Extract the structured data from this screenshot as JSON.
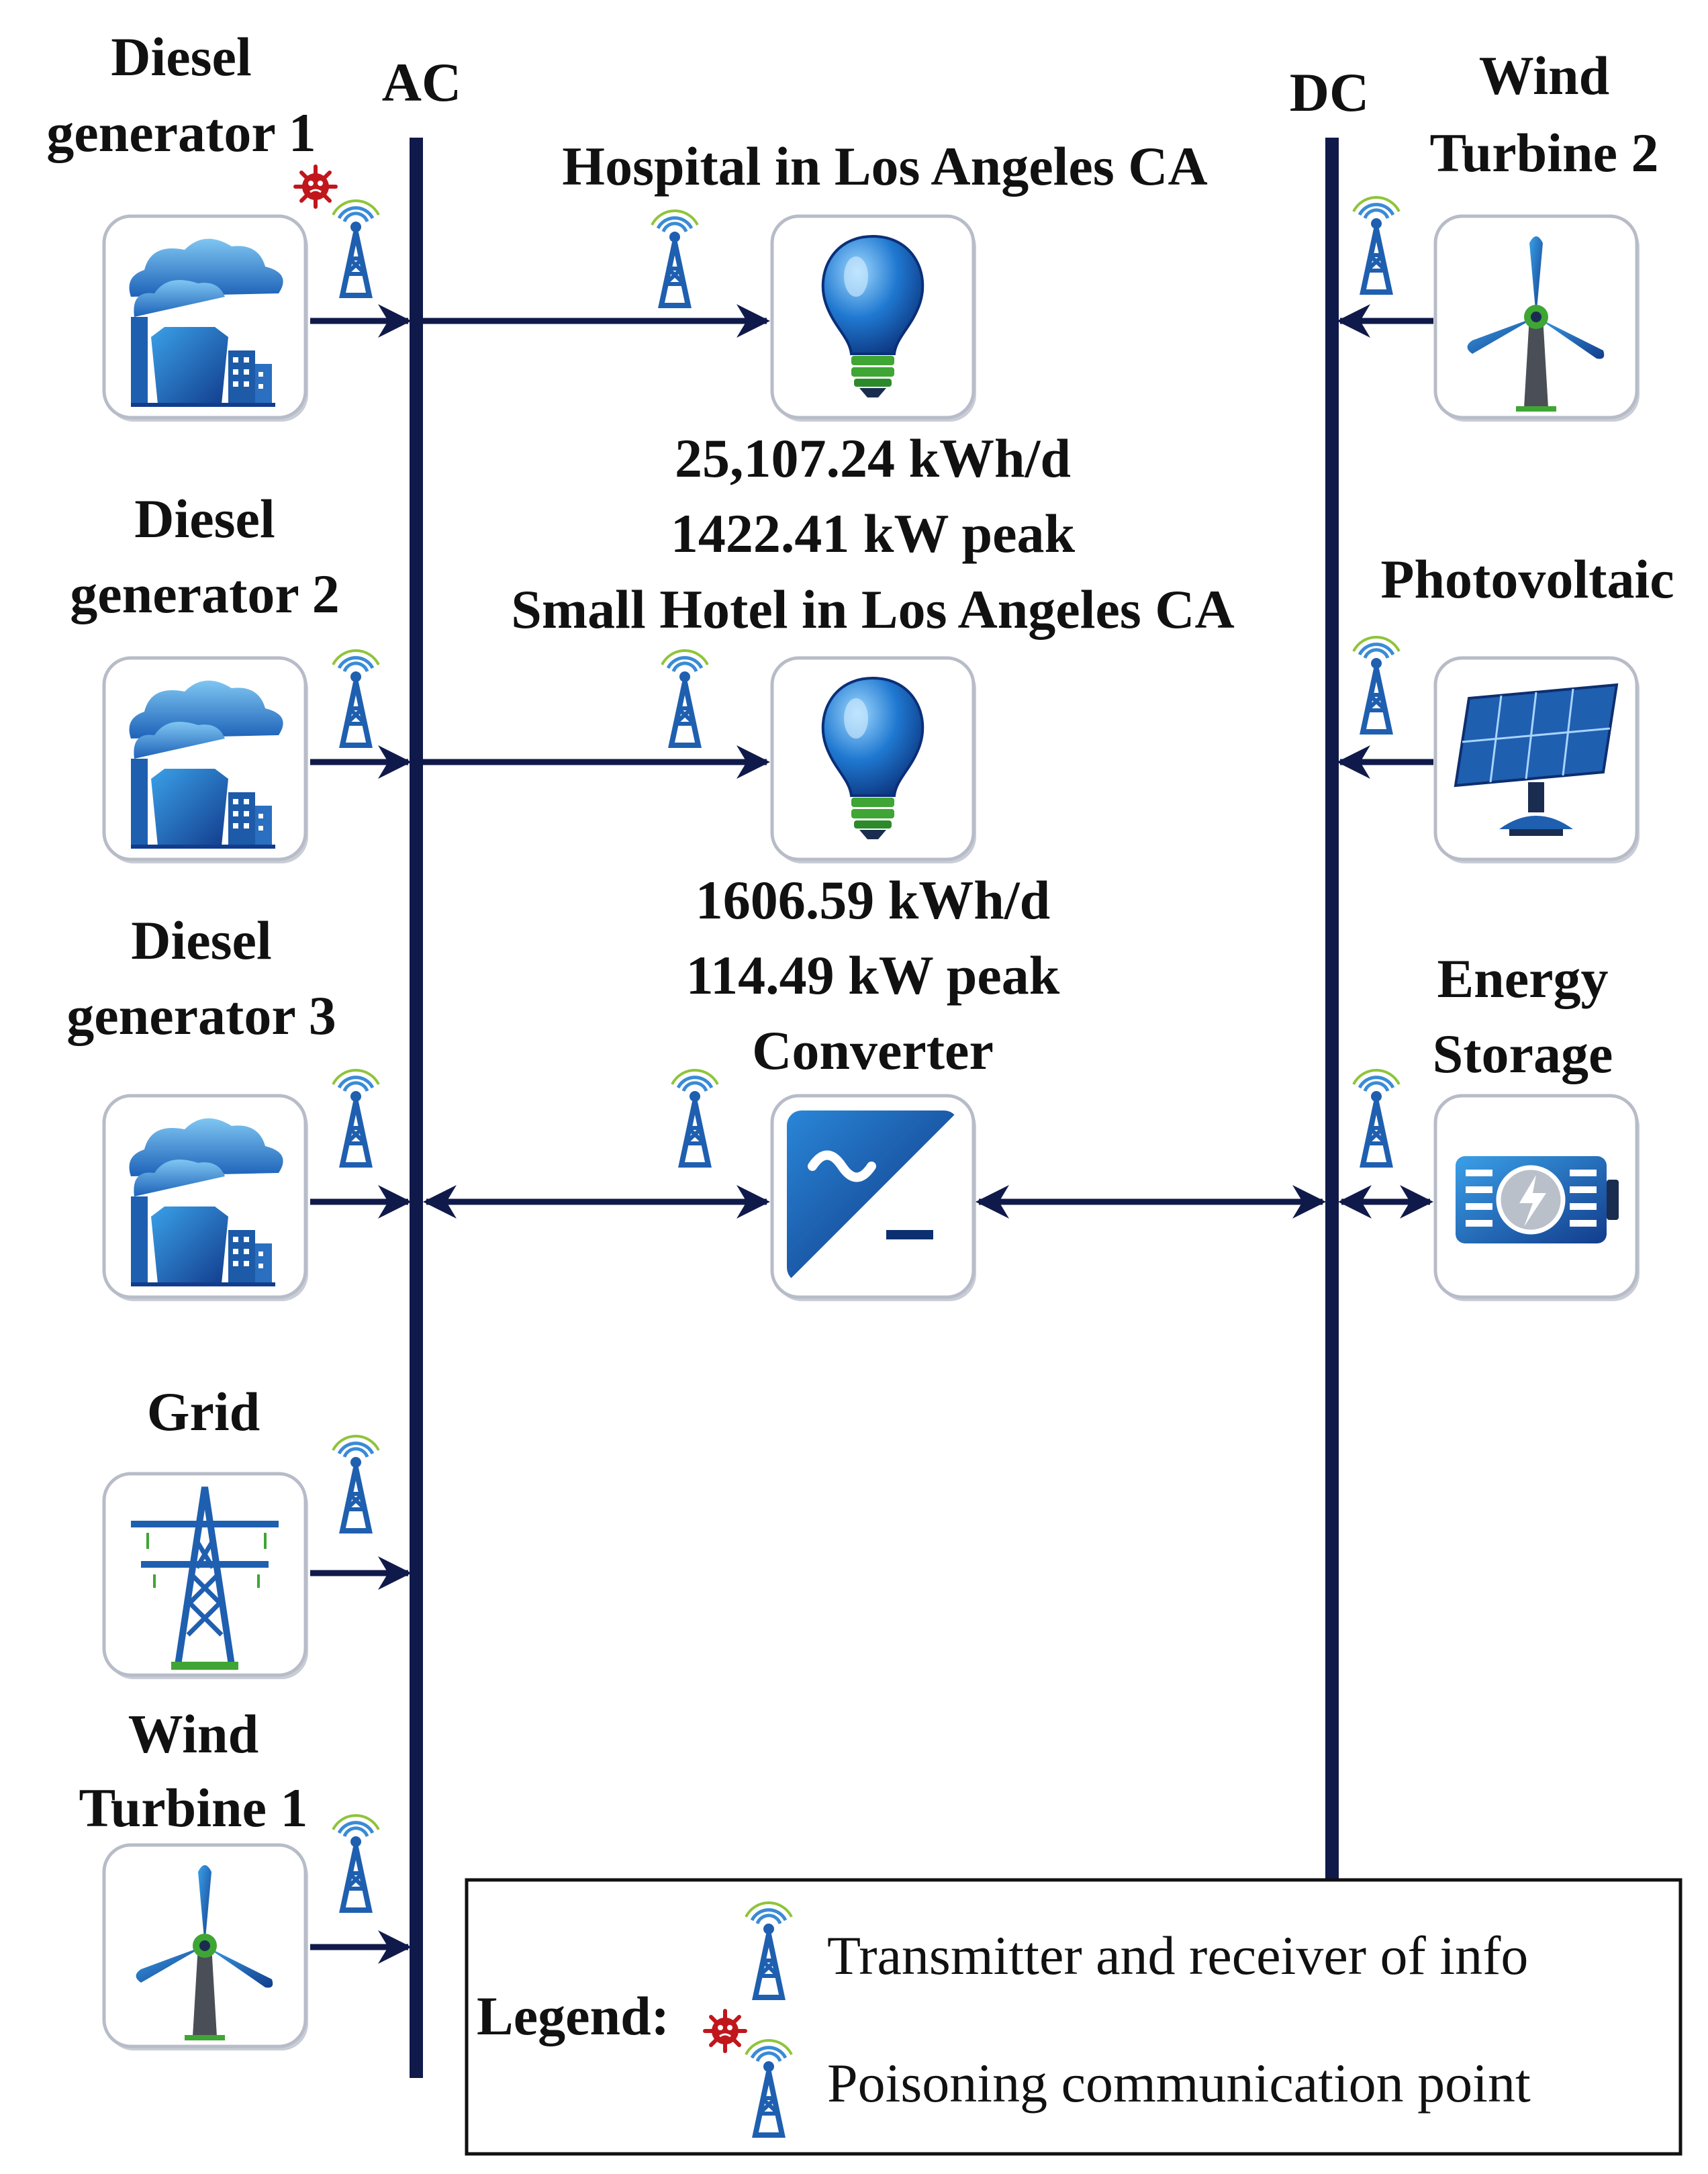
{
  "bus": {
    "ac_label": "AC",
    "dc_label": "DC"
  },
  "components": {
    "diesel1": {
      "line1": "Diesel",
      "line2": "generator 1",
      "icon": "factory-icon"
    },
    "diesel2": {
      "line1": "Diesel",
      "line2": "generator 2",
      "icon": "factory-icon"
    },
    "diesel3": {
      "line1": "Diesel",
      "line2": "generator 3",
      "icon": "factory-icon"
    },
    "grid": {
      "line1": "Grid",
      "icon": "power-tower-icon"
    },
    "wind1": {
      "line1": "Wind",
      "line2": "Turbine 1",
      "icon": "wind-turbine-icon"
    },
    "wind2": {
      "line1": "Wind",
      "line2": "Turbine 2",
      "icon": "wind-turbine-icon"
    },
    "pv": {
      "line1": "Photovoltaic",
      "icon": "solar-panel-icon"
    },
    "storage": {
      "line1": "Energy",
      "line2": "Storage",
      "icon": "battery-icon"
    },
    "converter": {
      "line1": "Converter",
      "icon": "ac-dc-converter-icon"
    }
  },
  "loads": {
    "hospital": {
      "title": "Hospital in Los Angeles CA",
      "energy": "25,107.24 kWh/d",
      "peak": "1422.41 kW peak",
      "icon": "light-bulb-icon"
    },
    "hotel": {
      "title": "Small Hotel in Los Angeles CA",
      "energy": "1606.59 kWh/d",
      "peak": "114.49 kW peak",
      "icon": "light-bulb-icon"
    }
  },
  "legend": {
    "title": "Legend:",
    "item1": "Transmitter and receiver of info",
    "item2": "Poisoning communication point"
  },
  "colors": {
    "line": "#101a4a",
    "icon_blue": "#1f5fb0",
    "virus_red": "#c0161c",
    "bulb_green": "#3fa535"
  }
}
